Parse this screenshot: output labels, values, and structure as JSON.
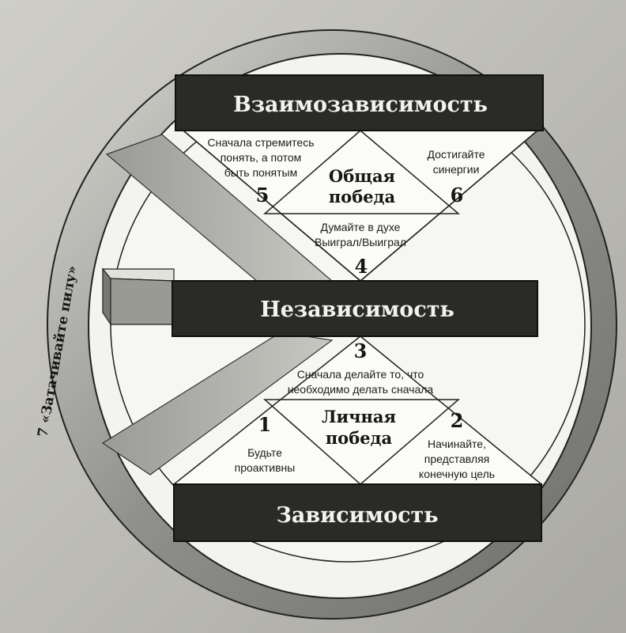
{
  "bands": {
    "top": "Взаимозависимость",
    "middle": "Независимость",
    "bottom": "Зависимость"
  },
  "habits": {
    "h1": {
      "number": "1",
      "lines": [
        "Будьте",
        "проактивны"
      ]
    },
    "h2": {
      "number": "2",
      "lines": [
        "Начинайте,",
        "представляя",
        "конечную цель"
      ]
    },
    "h3": {
      "number": "3",
      "lines": [
        "Сначала делайте то, что",
        "необходимо делать сначала"
      ]
    },
    "h4": {
      "number": "4",
      "lines": [
        "Думайте в духе",
        "Выиграл/Выиграл"
      ]
    },
    "h5": {
      "number": "5",
      "lines": [
        "Сначала стремитесь",
        "понять, а потом",
        "быть понятым"
      ]
    },
    "h6": {
      "number": "6",
      "lines": [
        "Достигайте",
        "синергии"
      ]
    },
    "h7": {
      "label": "7 «Затачивайте пилу»"
    }
  },
  "victories": {
    "public": [
      "Общая",
      "победа"
    ],
    "private": [
      "Личная",
      "победа"
    ]
  }
}
